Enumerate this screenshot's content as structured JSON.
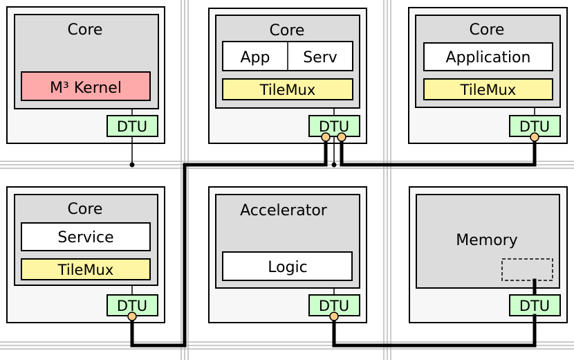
{
  "tiles": {
    "t1": {
      "core": "Core",
      "kernel": "M³ Kernel",
      "dtu": "DTU"
    },
    "t2": {
      "core": "Core",
      "app": "App",
      "serv": "Serv",
      "mux": "TileMux",
      "dtu": "DTU"
    },
    "t3": {
      "core": "Core",
      "app": "Application",
      "mux": "TileMux",
      "dtu": "DTU"
    },
    "t4": {
      "core": "Core",
      "service": "Service",
      "mux": "TileMux",
      "dtu": "DTU"
    },
    "t5": {
      "core": "Accelerator",
      "logic": "Logic",
      "dtu": "DTU"
    },
    "t6": {
      "core": "Memory",
      "dtu": "DTU"
    }
  }
}
